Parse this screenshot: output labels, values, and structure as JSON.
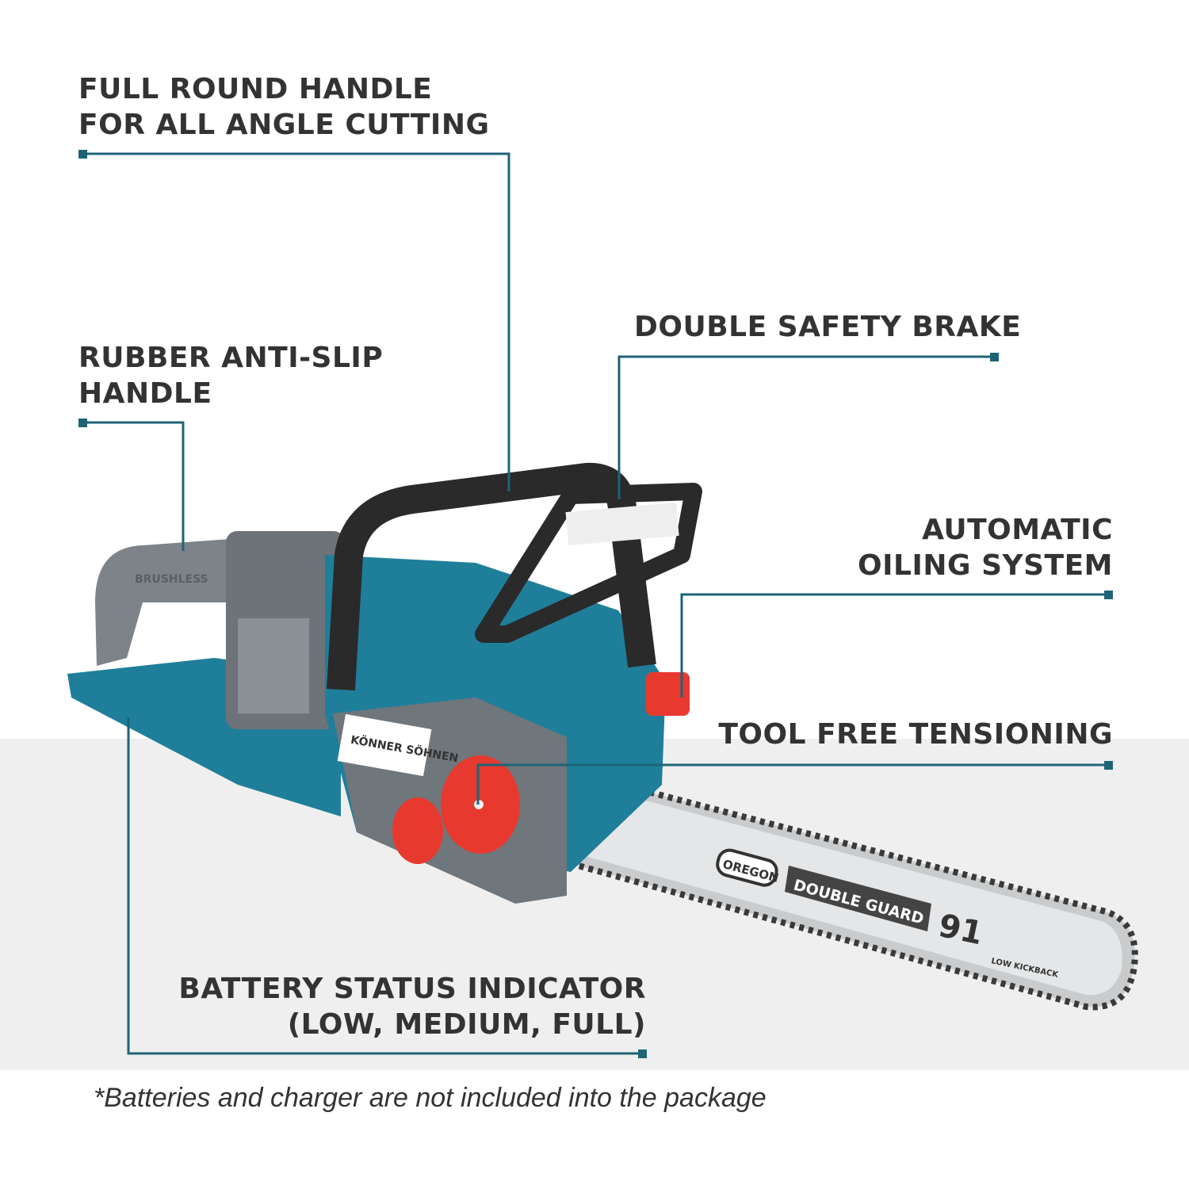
{
  "callouts": [
    {
      "id": "round-handle",
      "line1": "FULL ROUND HANDLE",
      "line2": "FOR ALL ANGLE CUTTING"
    },
    {
      "id": "anti-slip",
      "line1": "RUBBER ANTI-SLIP",
      "line2": "HANDLE"
    },
    {
      "id": "safety-brake",
      "line1": "DOUBLE SAFETY BRAKE"
    },
    {
      "id": "oiling",
      "line1": "AUTOMATIC",
      "line2": "OILING SYSTEM"
    },
    {
      "id": "tensioning",
      "line1": "TOOL FREE TENSIONING"
    },
    {
      "id": "battery-status",
      "line1": "BATTERY STATUS INDICATOR",
      "line2": "(LOW, MEDIUM, FULL)"
    }
  ],
  "footnote": "*Batteries and charger are not included into the package",
  "product": {
    "brand": "KÖNNER SÖHNEN",
    "bar_brand": "OREGON",
    "bar_model": "DOUBLE GUARD",
    "bar_number": "91",
    "bar_note": "LOW KICKBACK",
    "handle_text": "BRUSHLESS"
  },
  "colors": {
    "accent": "#1e6477",
    "text": "#333333",
    "body": "#1f7f9a",
    "band": "#efefef",
    "red": "#e8392f"
  }
}
